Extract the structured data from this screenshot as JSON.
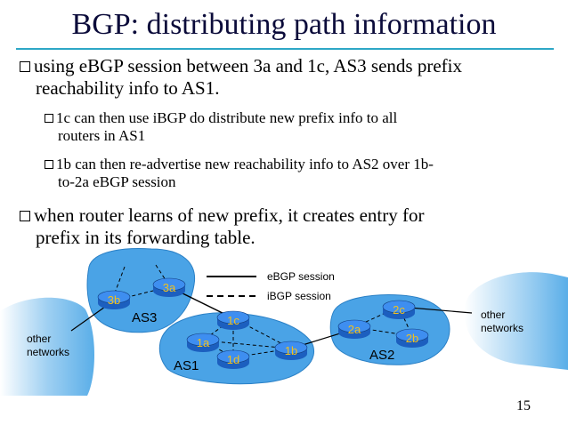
{
  "slide": {
    "title": "BGP: distributing path information",
    "bullets": [
      {
        "level": 1,
        "text": "using eBGP session between 3a and 1c, AS3 sends prefix reachability info to AS1.",
        "lines": [
          "using eBGP session between 3a and 1c, AS3 sends prefix",
          "reachability info to AS1."
        ]
      },
      {
        "level": 2,
        "text": "1c can then use iBGP do distribute new prefix info to all routers in AS1",
        "lines": [
          "1c can then use iBGP do distribute new prefix info to all",
          "routers in AS1"
        ]
      },
      {
        "level": 2,
        "text": "1b can then re-advertise new reachability info to AS2 over 1b-to-2a eBGP session",
        "lines": [
          "1b can then re-advertise new reachability info to AS2 over 1b-",
          "to-2a eBGP session"
        ]
      },
      {
        "level": 1,
        "text": "when router learns of new prefix, it creates entry for prefix in its forwarding table.",
        "lines": [
          "when router learns of new prefix, it creates entry for",
          "prefix in its forwarding table."
        ]
      }
    ],
    "page_number": "15"
  },
  "diagram": {
    "legend": {
      "ebgp": "eBGP session",
      "ibgp": "iBGP session"
    },
    "as_labels": {
      "as3": "AS3",
      "as1": "AS1",
      "as2": "AS2"
    },
    "networks": {
      "left": [
        "other",
        "networks"
      ],
      "right": [
        "other",
        "networks"
      ]
    },
    "routers": {
      "r3a": "3a",
      "r3b": "3b",
      "r1a": "1a",
      "r1b": "1b",
      "r1c": "1c",
      "r1d": "1d",
      "r2a": "2a",
      "r2b": "2b",
      "r2c": "2c"
    },
    "colors": {
      "cloud": "#4aa3e6",
      "cloud_edge": "#2a80c6",
      "router": "#1c5fbf",
      "router_top": "#3e8ef0",
      "router_label": "#f0c020",
      "title_rule": "#2ea7c6"
    }
  }
}
